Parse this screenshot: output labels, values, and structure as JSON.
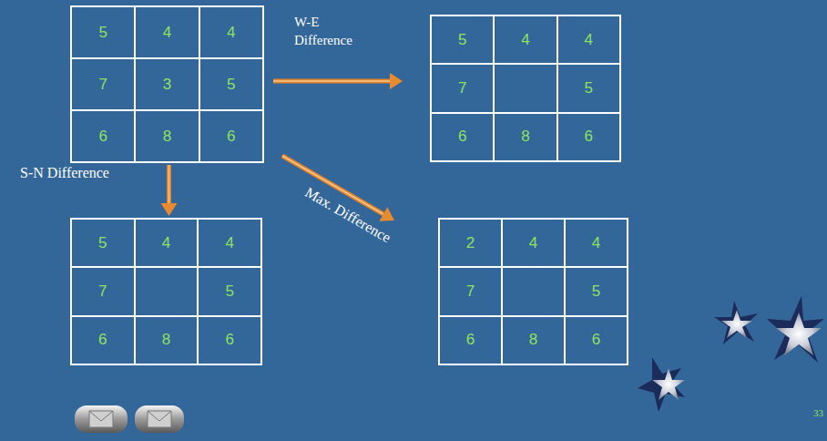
{
  "diagram": {
    "nodes": [
      {
        "text": [
          "5",
          "4",
          "4",
          "7",
          "3",
          "5",
          "6",
          "8",
          "6"
        ]
      },
      {
        "text": [
          "5",
          "4",
          "4",
          "7",
          "5",
          "6",
          "8",
          "6"
        ]
      },
      {
        "text": [
          "5",
          "4",
          "4",
          "7",
          "5",
          "6",
          "8",
          "6"
        ]
      },
      {
        "text": [
          "2",
          "4",
          "4",
          "7",
          "5",
          "6",
          "8",
          "6"
        ]
      }
    ],
    "edges": [
      {
        "from": 0,
        "to": 1,
        "arrow": "to",
        "label": "W-E Difference"
      },
      {
        "from": 0,
        "to": 2,
        "arrow": "to",
        "label": "S-N Difference"
      },
      {
        "from": 0,
        "to": 3,
        "arrow": "to",
        "label": "Max. Difference"
      }
    ],
    "labels": [
      "33"
    ]
  }
}
